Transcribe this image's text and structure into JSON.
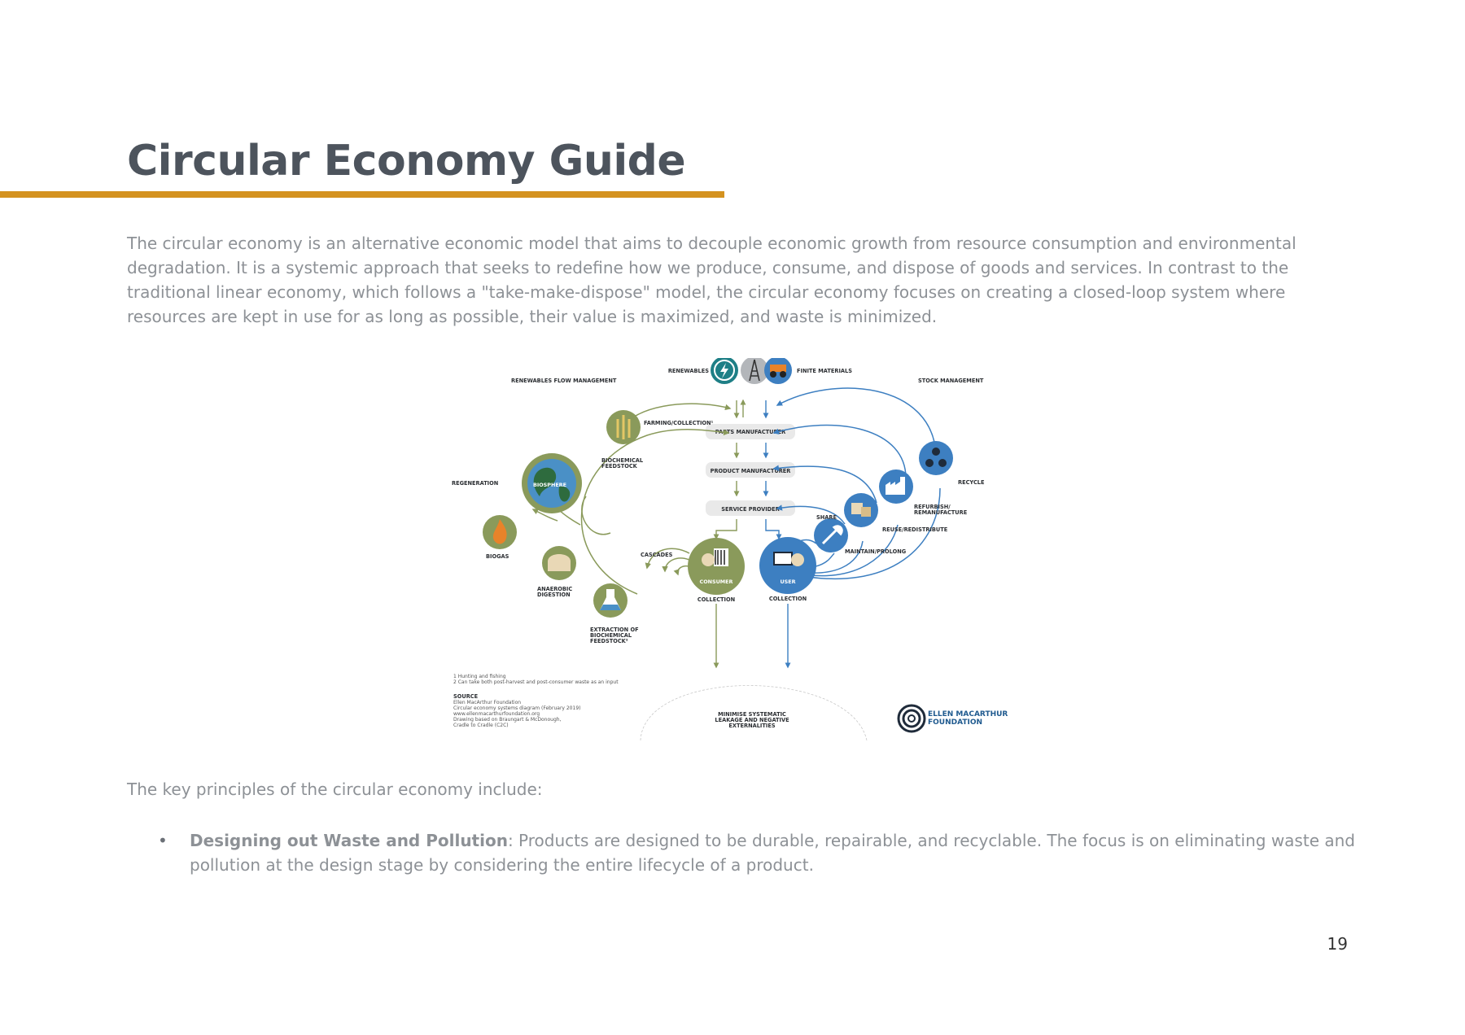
{
  "page": {
    "title": "Circular Economy Guide",
    "intro": "The circular economy is an alternative economic model that aims to decouple economic growth from resource consumption and environmental degradation. It is a systemic approach that seeks to redefine how we produce, consume, and dispose of goods and services. In contrast to the traditional linear economy, which follows a \"take-make-dispose\" model, the circular economy focuses on creating a closed-loop system where resources are kept in use for as long as possible, their value is maximized, and waste is minimized.",
    "principles_intro": "The key principles of the circular economy include:",
    "principles": [
      {
        "term": "Designing out Waste and Pollution",
        "text": ": Products are designed to be durable, repairable, and recyclable. The focus is on eliminating waste and pollution at the design stage by considering the entire lifecycle of a product."
      }
    ],
    "page_number": "19"
  },
  "diagram": {
    "colors": {
      "bio": "#8a9a5b",
      "tech": "#3d7fc1",
      "bio_dark": "#5b7a3a",
      "panel": "#e9e9e9"
    },
    "top": {
      "renewables": "RENEWABLES",
      "finite": "FINITE MATERIALS"
    },
    "headers": {
      "renewables_flow": "RENEWABLES FLOW MANAGEMENT",
      "stock": "STOCK MANAGEMENT"
    },
    "chain": {
      "parts": "PARTS MANUFACTURER",
      "product": "PRODUCT MANUFACTURER",
      "service": "SERVICE PROVIDER"
    },
    "bio_labels": {
      "farming": "FARMING/COLLECTION¹",
      "feedstock_1": "BIOCHEMICAL",
      "feedstock_2": "FEEDSTOCK",
      "regeneration": "REGENERATION",
      "biosphere": "BIOSPHERE",
      "biogas": "BIOGAS",
      "anaerobic_1": "ANAEROBIC",
      "anaerobic_2": "DIGESTION",
      "cascades": "CASCADES",
      "extraction_1": "EXTRACTION OF",
      "extraction_2": "BIOCHEMICAL",
      "extraction_3": "FEEDSTOCK²"
    },
    "tech_labels": {
      "recycle": "RECYCLE",
      "refurbish_1": "REFURBISH/",
      "refurbish_2": "REMANUFACTURE",
      "share": "SHARE",
      "reuse": "REUSE/REDISTRIBUTE",
      "maintain": "MAINTAIN/PROLONG"
    },
    "consumer": "CONSUMER",
    "user": "USER",
    "collection_bio": "COLLECTION",
    "collection_tech": "COLLECTION",
    "leakage_1": "MINIMISE SYSTEMATIC",
    "leakage_2": "LEAKAGE AND NEGATIVE",
    "leakage_3": "EXTERNALITIES",
    "footnotes": {
      "fn1": "1 Hunting and fishing",
      "fn2": "2 Can take both post-harvest and post-consumer waste as an input",
      "source_label": "SOURCE",
      "src1": "Ellen MacArthur Foundation",
      "src2": "Circular economy systems diagram (February 2019)",
      "src3": "www.ellenmacarthurfoundation.org",
      "src4": "Drawing based on Braungart & McDonough,",
      "src5": "Cradle to Cradle (C2C)"
    },
    "logo": {
      "line1": "ELLEN MACARTHUR",
      "line2": "FOUNDATION"
    }
  }
}
